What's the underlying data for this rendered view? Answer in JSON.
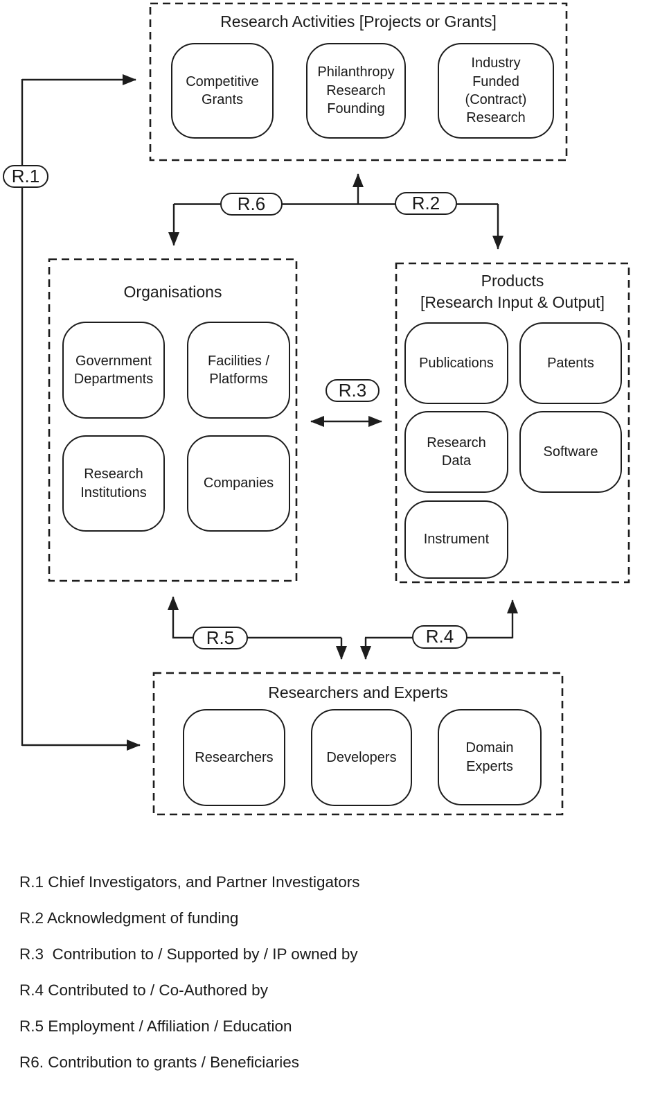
{
  "groups": {
    "research_activities": {
      "title": "Research Activities [Projects or Grants]",
      "items": [
        "Competitive Grants",
        "Philanthropy Research Founding",
        "Industry Funded (Contract) Research"
      ]
    },
    "organisations": {
      "title": "Organisations",
      "items": [
        "Government Departments",
        "Facilities / Platforms",
        "Research Institutions",
        "Companies"
      ]
    },
    "products": {
      "title_line1": "Products",
      "title_line2": "[Research Input & Output]",
      "items": [
        "Publications",
        "Patents",
        "Research Data",
        "Software",
        "Instrument"
      ]
    },
    "researchers_and_experts": {
      "title": "Researchers and Experts",
      "items": [
        "Researchers",
        "Developers",
        "Domain Experts"
      ]
    }
  },
  "relation_labels": {
    "r1": "R.1",
    "r2": "R.2",
    "r3": "R.3",
    "r4": "R.4",
    "r5": "R.5",
    "r6": "R.6"
  },
  "legend": [
    "R.1 Chief Investigators, and Partner Investigators",
    "R.2 Acknowledgment of funding",
    "R.3  Contribution to / Supported by / IP owned by",
    "R.4 Contributed to / Co-Authored by",
    "R.5 Employment / Affiliation / Education",
    "R6. Contribution to grants / Beneficiaries"
  ],
  "colors": {
    "line": "#1d1d1d",
    "text": "#1a1a1a",
    "background": "#ffffff"
  }
}
